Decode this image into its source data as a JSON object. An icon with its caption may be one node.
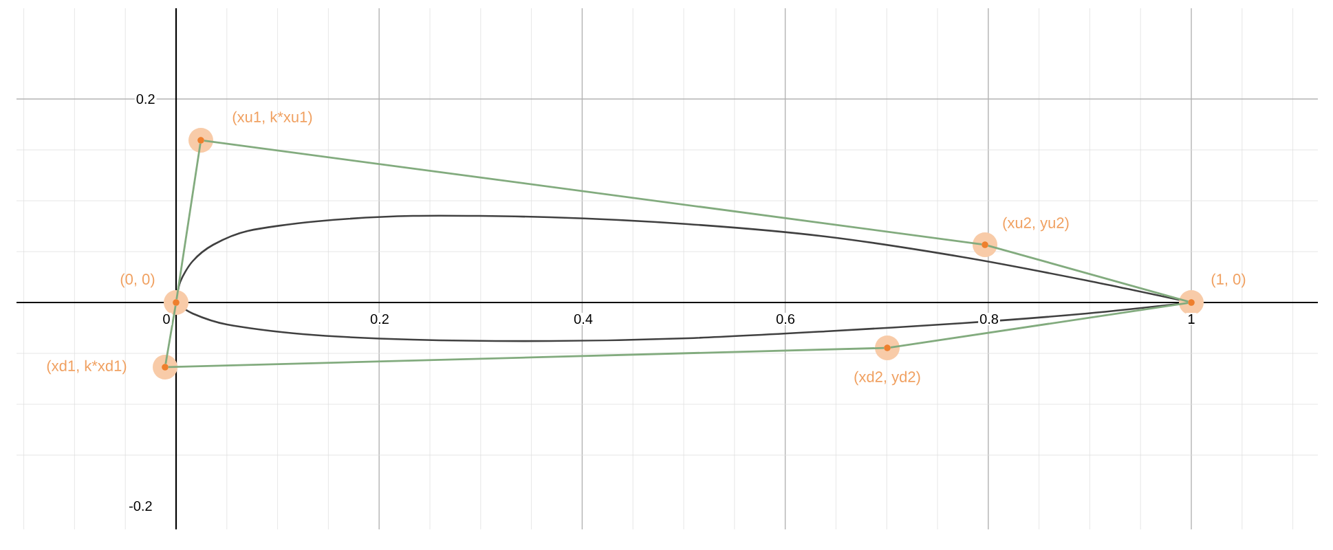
{
  "diagram": {
    "nodes": [
      {
        "text": [
          "(xu1, k*xu1)"
        ]
      },
      {
        "text": [
          "(xu2, yu2)"
        ]
      },
      {
        "text": [
          "(0, 0)"
        ]
      },
      {
        "text": [
          "(1, 0)"
        ]
      },
      {
        "text": [
          "(xd1, k*xd1)"
        ]
      },
      {
        "text": [
          "(xd2, yd2)"
        ]
      }
    ],
    "edges": [
      {
        "from": 2,
        "to": 0,
        "arrow": "none"
      },
      {
        "from": 0,
        "to": 1,
        "arrow": "none"
      },
      {
        "from": 1,
        "to": 3,
        "arrow": "none"
      },
      {
        "from": 3,
        "to": 5,
        "arrow": "none"
      },
      {
        "from": 5,
        "to": 4,
        "arrow": "none"
      },
      {
        "from": 4,
        "to": 2,
        "arrow": "none"
      }
    ],
    "labels": [
      "0.2",
      "0",
      "0.2",
      "0.4",
      "0.6",
      "0.8",
      "1",
      "-0.2"
    ]
  }
}
